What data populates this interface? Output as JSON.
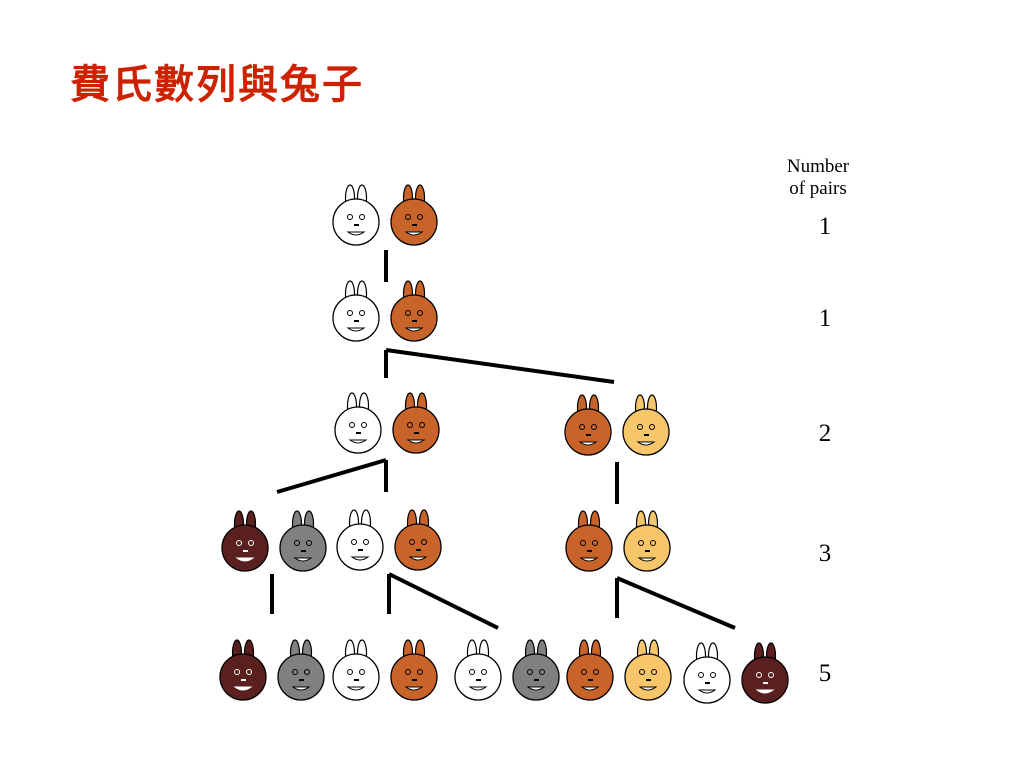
{
  "title": "費氏數列與兔子",
  "header": {
    "line1": "Number",
    "line2": "of pairs"
  },
  "colors": {
    "white": "#ffffff",
    "orange": "#c8642a",
    "yellow": "#f7c66b",
    "gray": "#808080",
    "dark": "#5a2020",
    "title": "#cc2200"
  },
  "generations": [
    {
      "count": "1",
      "pairs": [
        {
          "a": "white",
          "b": "orange"
        }
      ]
    },
    {
      "count": "1",
      "pairs": [
        {
          "a": "white",
          "b": "orange"
        }
      ]
    },
    {
      "count": "2",
      "pairs": [
        {
          "a": "white",
          "b": "orange"
        },
        {
          "a": "orange",
          "b": "yellow"
        }
      ]
    },
    {
      "count": "3",
      "pairs": [
        {
          "a": "dark",
          "b": "gray"
        },
        {
          "a": "white",
          "b": "orange"
        },
        {
          "a": "orange",
          "b": "yellow"
        }
      ]
    },
    {
      "count": "5",
      "pairs": [
        {
          "a": "dark",
          "b": "gray"
        },
        {
          "a": "white",
          "b": "orange"
        },
        {
          "a": "white",
          "b": "gray"
        },
        {
          "a": "orange",
          "b": "yellow"
        },
        {
          "a": "white",
          "b": "dark"
        }
      ]
    }
  ]
}
